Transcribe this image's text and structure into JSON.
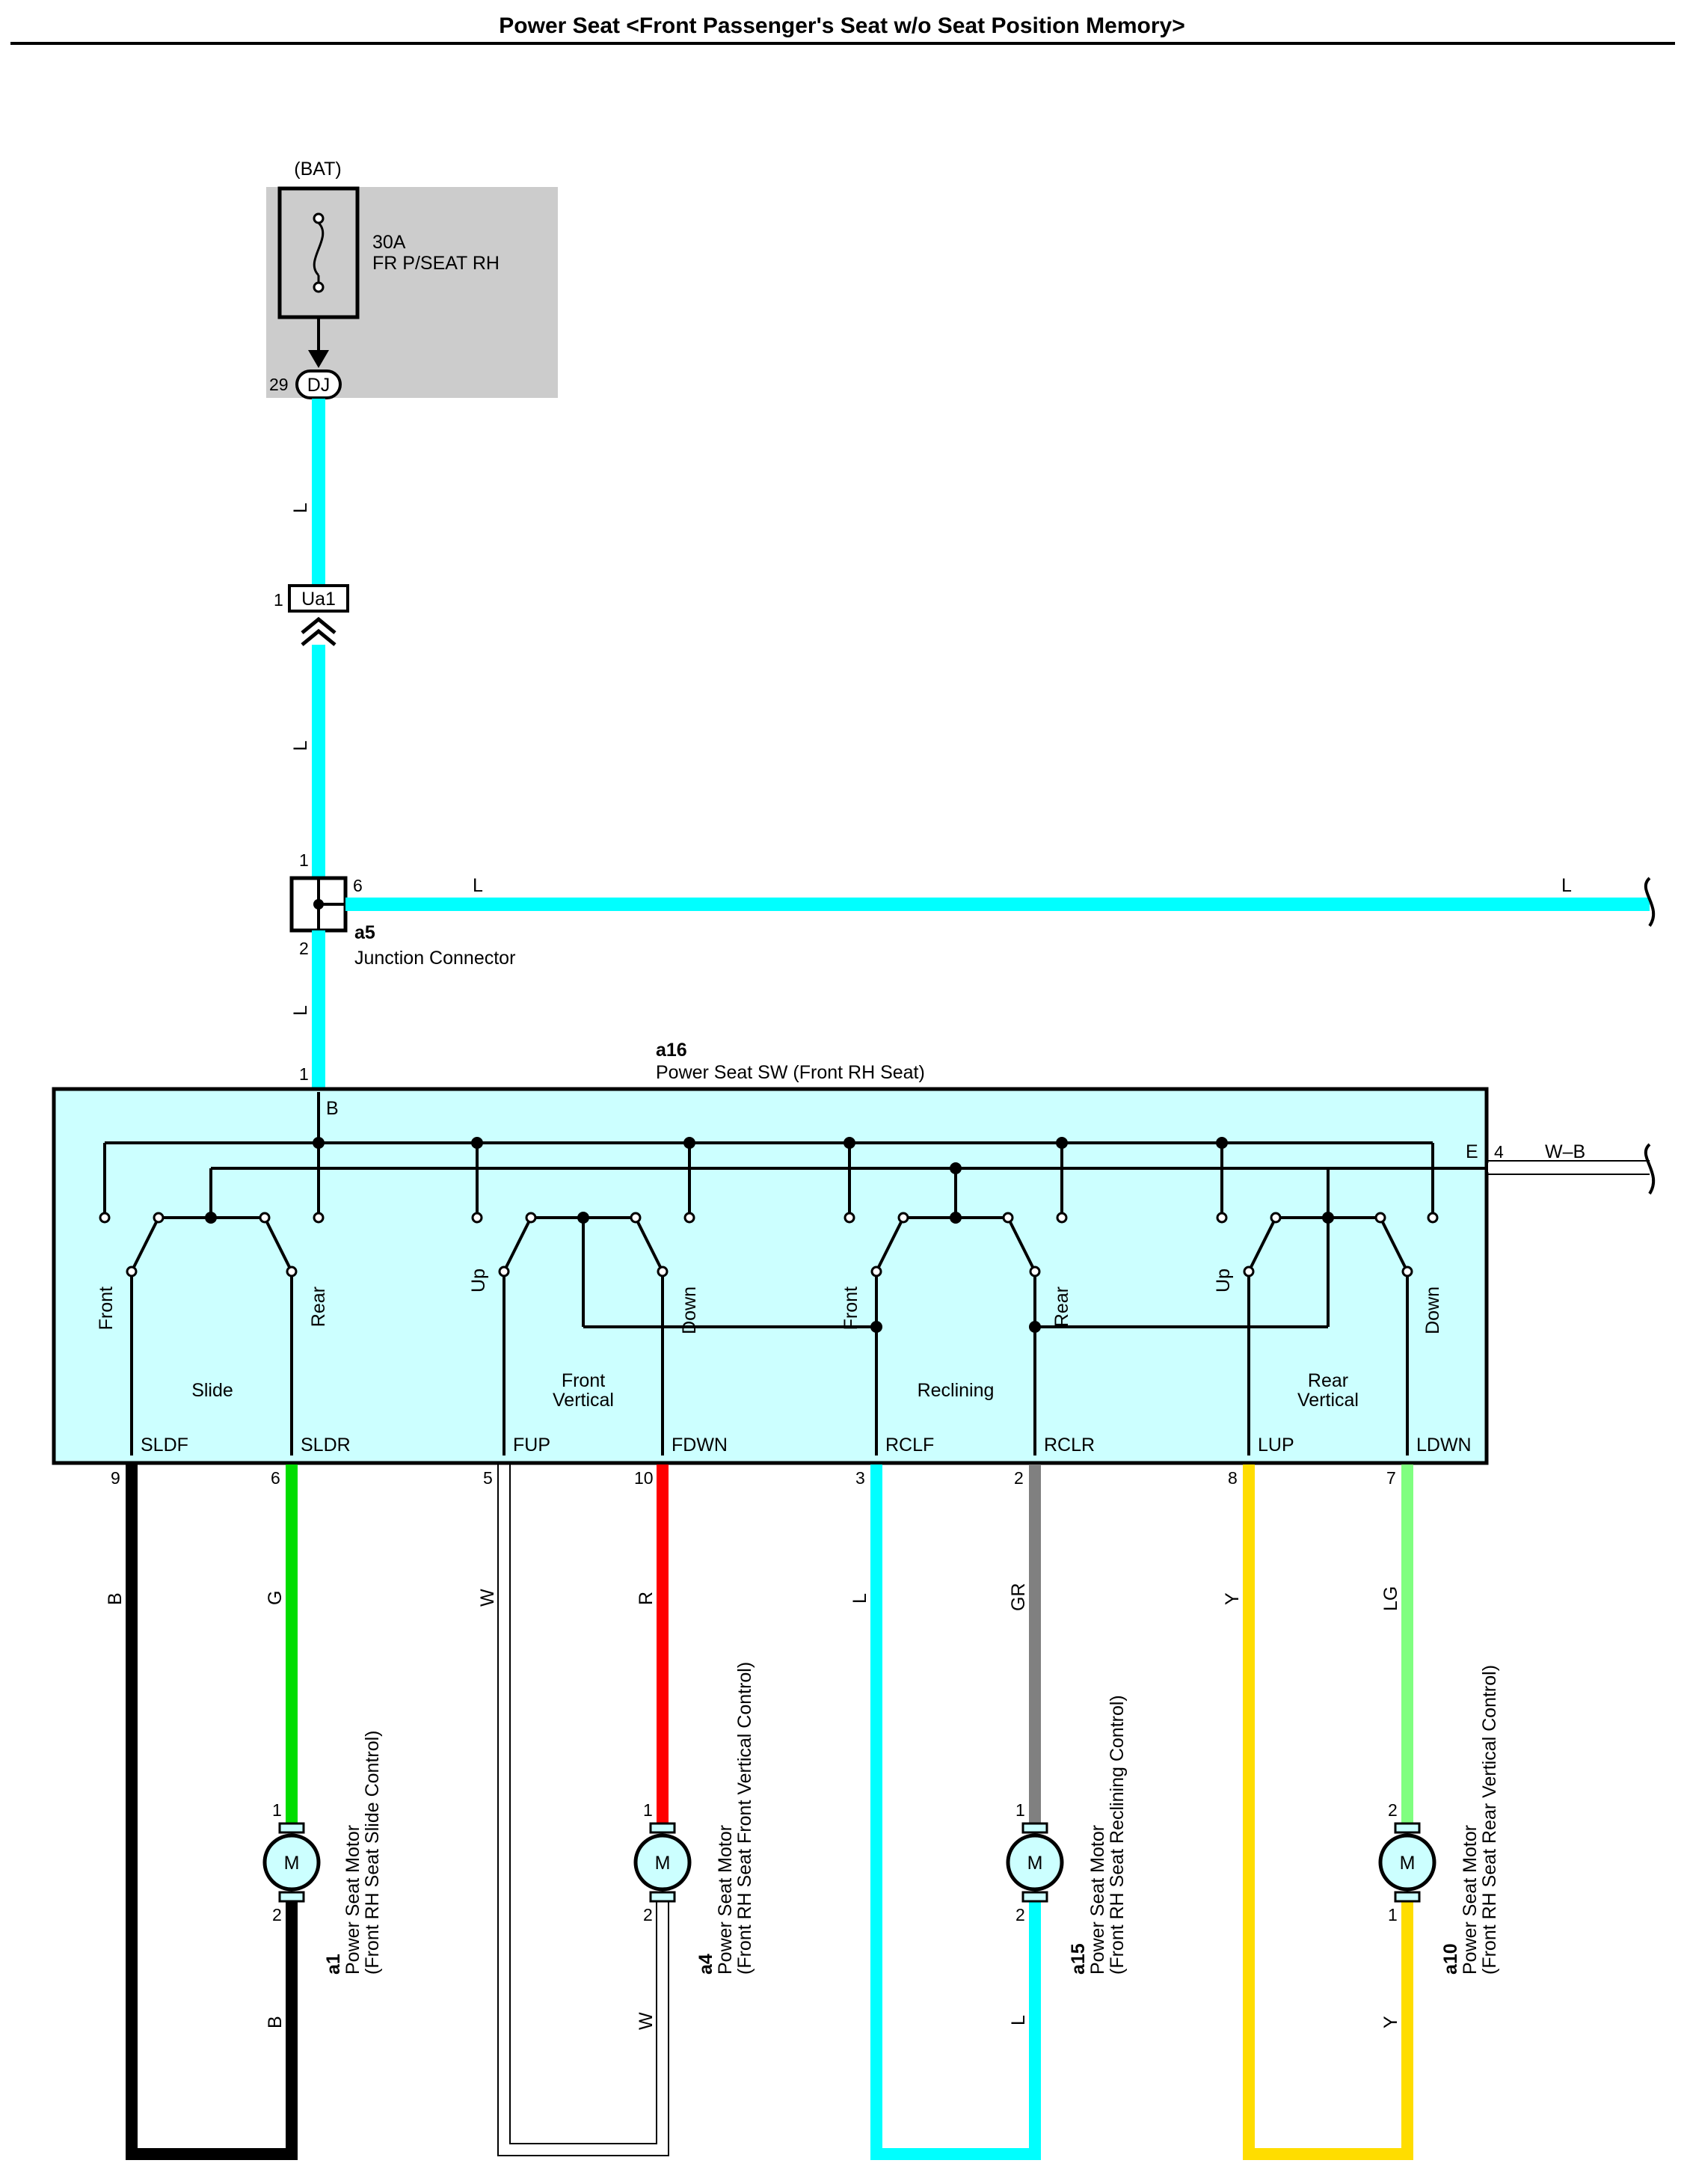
{
  "title": "Power Seat <Front Passenger's Seat w/o Seat Position Memory>",
  "colors": {
    "L": "#00ffff",
    "G": "#00dd00",
    "R": "#ff0000",
    "GR": "#808080",
    "Y": "#ffdd00",
    "LG": "#80ff80",
    "B": "#000000",
    "W": "#ffffff",
    "switch_fill": "#ccffff",
    "fuse_box_fill": "#cccccc"
  },
  "power": {
    "bat_label": "(BAT)",
    "fuse_rating": "30A",
    "fuse_name": "FR P/SEAT RH",
    "fuse_pin": "29",
    "fuse_connector": "DJ",
    "wire_L1": "L",
    "ua1_pin": "1",
    "ua1_name": "Ua1",
    "wire_L2": "L"
  },
  "junction": {
    "pin_top": "1",
    "pin_right": "6",
    "pin_bottom": "2",
    "code": "a5",
    "name": "Junction Connector",
    "wire_right_1": "L",
    "wire_right_2": "L",
    "wire_down": "L"
  },
  "switch": {
    "code": "a16",
    "name": "Power Seat SW (Front RH Seat)",
    "input_pin": "1",
    "b_terminal": "B",
    "e_terminal": "E",
    "e_pin": "4",
    "e_wire": "W–B",
    "groups": [
      {
        "name": "Slide",
        "left_label": "Front",
        "right_label": "Rear",
        "left_terminal": "SLDF",
        "right_terminal": "SLDR"
      },
      {
        "name": "Front\nVertical",
        "left_label": "Up",
        "right_label": "Down",
        "left_terminal": "FUP",
        "right_terminal": "FDWN"
      },
      {
        "name": "Reclining",
        "left_label": "Front",
        "right_label": "Rear",
        "left_terminal": "RCLF",
        "right_terminal": "RCLR"
      },
      {
        "name": "Rear\nVertical",
        "left_label": "Up",
        "right_label": "Down",
        "left_terminal": "LUP",
        "right_terminal": "LDWN"
      }
    ]
  },
  "outputs": [
    {
      "terminal": "SLDF",
      "pin": "9",
      "wire": "B"
    },
    {
      "terminal": "SLDR",
      "pin": "6",
      "wire": "G"
    },
    {
      "terminal": "FUP",
      "pin": "5",
      "wire": "W"
    },
    {
      "terminal": "FDWN",
      "pin": "10",
      "wire": "R"
    },
    {
      "terminal": "RCLF",
      "pin": "3",
      "wire": "L"
    },
    {
      "terminal": "RCLR",
      "pin": "2",
      "wire": "GR"
    },
    {
      "terminal": "LUP",
      "pin": "8",
      "wire": "Y"
    },
    {
      "terminal": "LDWN",
      "pin": "7",
      "wire": "LG"
    }
  ],
  "motors": [
    {
      "code": "a1",
      "name": "Power Seat Motor",
      "desc": "(Front RH Seat Slide Control)",
      "symbol": "M",
      "pin_top": "1",
      "pin_bottom": "2",
      "return_wire": "B"
    },
    {
      "code": "a4",
      "name": "Power Seat Motor",
      "desc": "(Front RH Seat Front Vertical Control)",
      "symbol": "M",
      "pin_top": "1",
      "pin_bottom": "2",
      "return_wire": "W"
    },
    {
      "code": "a15",
      "name": "Power Seat Motor",
      "desc": "(Front RH Seat Reclining Control)",
      "symbol": "M",
      "pin_top": "1",
      "pin_bottom": "2",
      "return_wire": "L"
    },
    {
      "code": "a10",
      "name": "Power Seat Motor",
      "desc": "(Front RH Seat Rear Vertical Control)",
      "symbol": "M",
      "pin_top": "2",
      "pin_bottom": "1",
      "return_wire": "Y"
    }
  ]
}
